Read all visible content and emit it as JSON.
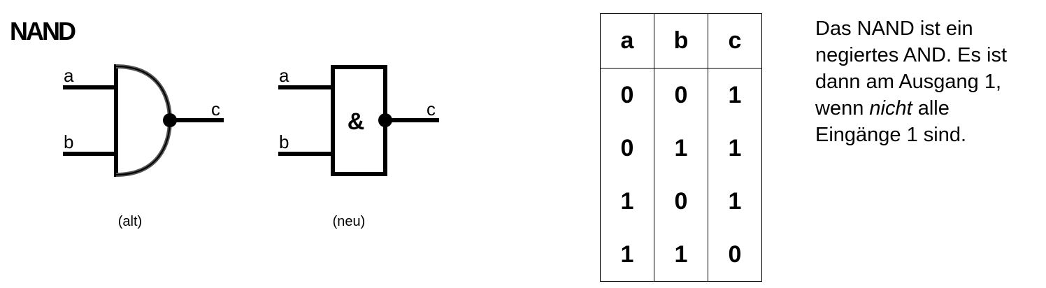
{
  "title": "NAND",
  "gate_old": {
    "input_a": "a",
    "input_b": "b",
    "output": "c",
    "caption": "(alt)"
  },
  "gate_new": {
    "input_a": "a",
    "input_b": "b",
    "output": "c",
    "symbol": "&",
    "caption": "(neu)"
  },
  "truth_table": {
    "headers": [
      "a",
      "b",
      "c"
    ],
    "rows": [
      [
        "0",
        "0",
        "1"
      ],
      [
        "0",
        "1",
        "1"
      ],
      [
        "1",
        "0",
        "1"
      ],
      [
        "1",
        "1",
        "0"
      ]
    ]
  },
  "description": {
    "part1": "Das NAND ist ein negiertes AND. Es ist dann am Ausgang 1, wenn ",
    "emphasis": "nicht",
    "part2": " alle Eingänge 1 sind."
  }
}
